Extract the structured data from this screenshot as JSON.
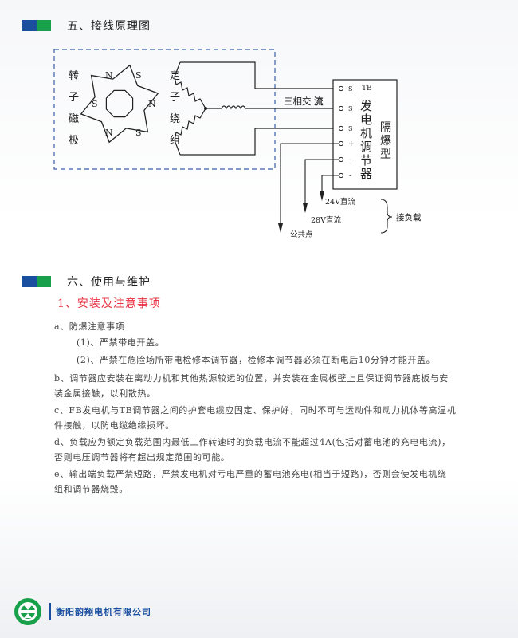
{
  "section5": {
    "title": "五、接线原理图"
  },
  "diagram": {
    "rotor": [
      "转",
      "子",
      "磁",
      "极"
    ],
    "stator": [
      "定",
      "子",
      "绕",
      "组"
    ],
    "poles": [
      "N",
      "S",
      "N",
      "S",
      "N",
      "S"
    ],
    "three_phase": "三相交",
    "three_phase_bold": "流",
    "terminals": [
      "TB",
      "S",
      "S",
      "S",
      "+",
      "-",
      "-"
    ],
    "regulator": [
      "发",
      "电",
      "机",
      "调",
      "节",
      "器"
    ],
    "explosion_proof": [
      "隔",
      "爆",
      "型"
    ],
    "dc24": "24V直流",
    "dc28": "28V直流",
    "common": "公共点",
    "load": "接负载"
  },
  "section6": {
    "title": "六、使用与维护"
  },
  "subheading": "1、安装及注意事项",
  "paragraphs": {
    "a": "a、防爆注意事项",
    "a1": "(1)、严禁带电开盖。",
    "a2": "(2)、严禁在危险场所带电检修本调节器，检修本调节器必须在断电后10分钟才能开盖。",
    "b1": "b、调节器应安装在离动力机和其他热源较远的位置，并安装在金属板壁上且保证调节器底板与安",
    "b2": "装金属接触，以利散热。",
    "c1": "c、FB发电机与TB调节器之间的护套电缆应固定、保护好，同时不可与运动件和动力机体等高温机",
    "c2": "件接触，以防电缆绝缘损坏。",
    "d1": "d、负载应为额定负载范围内最低工作转速时的负载电流不能超过4A(包括对蓄电池的充电电流)，",
    "d2": "否则电压调节器将有超出规定范围的可能。",
    "e1": "e、输出端负载严禁短路，严禁发电机对亏电严重的蓄电池充电(相当于短路)，否则会使发电机绕",
    "e2": "组和调节器烧毁。"
  },
  "footer": {
    "company": "衡阳韵翔电机有限公司"
  },
  "colors": {
    "brand_blue": "#1a4fa0",
    "brand_green": "#19a04a",
    "accent_red": "#e83040"
  }
}
